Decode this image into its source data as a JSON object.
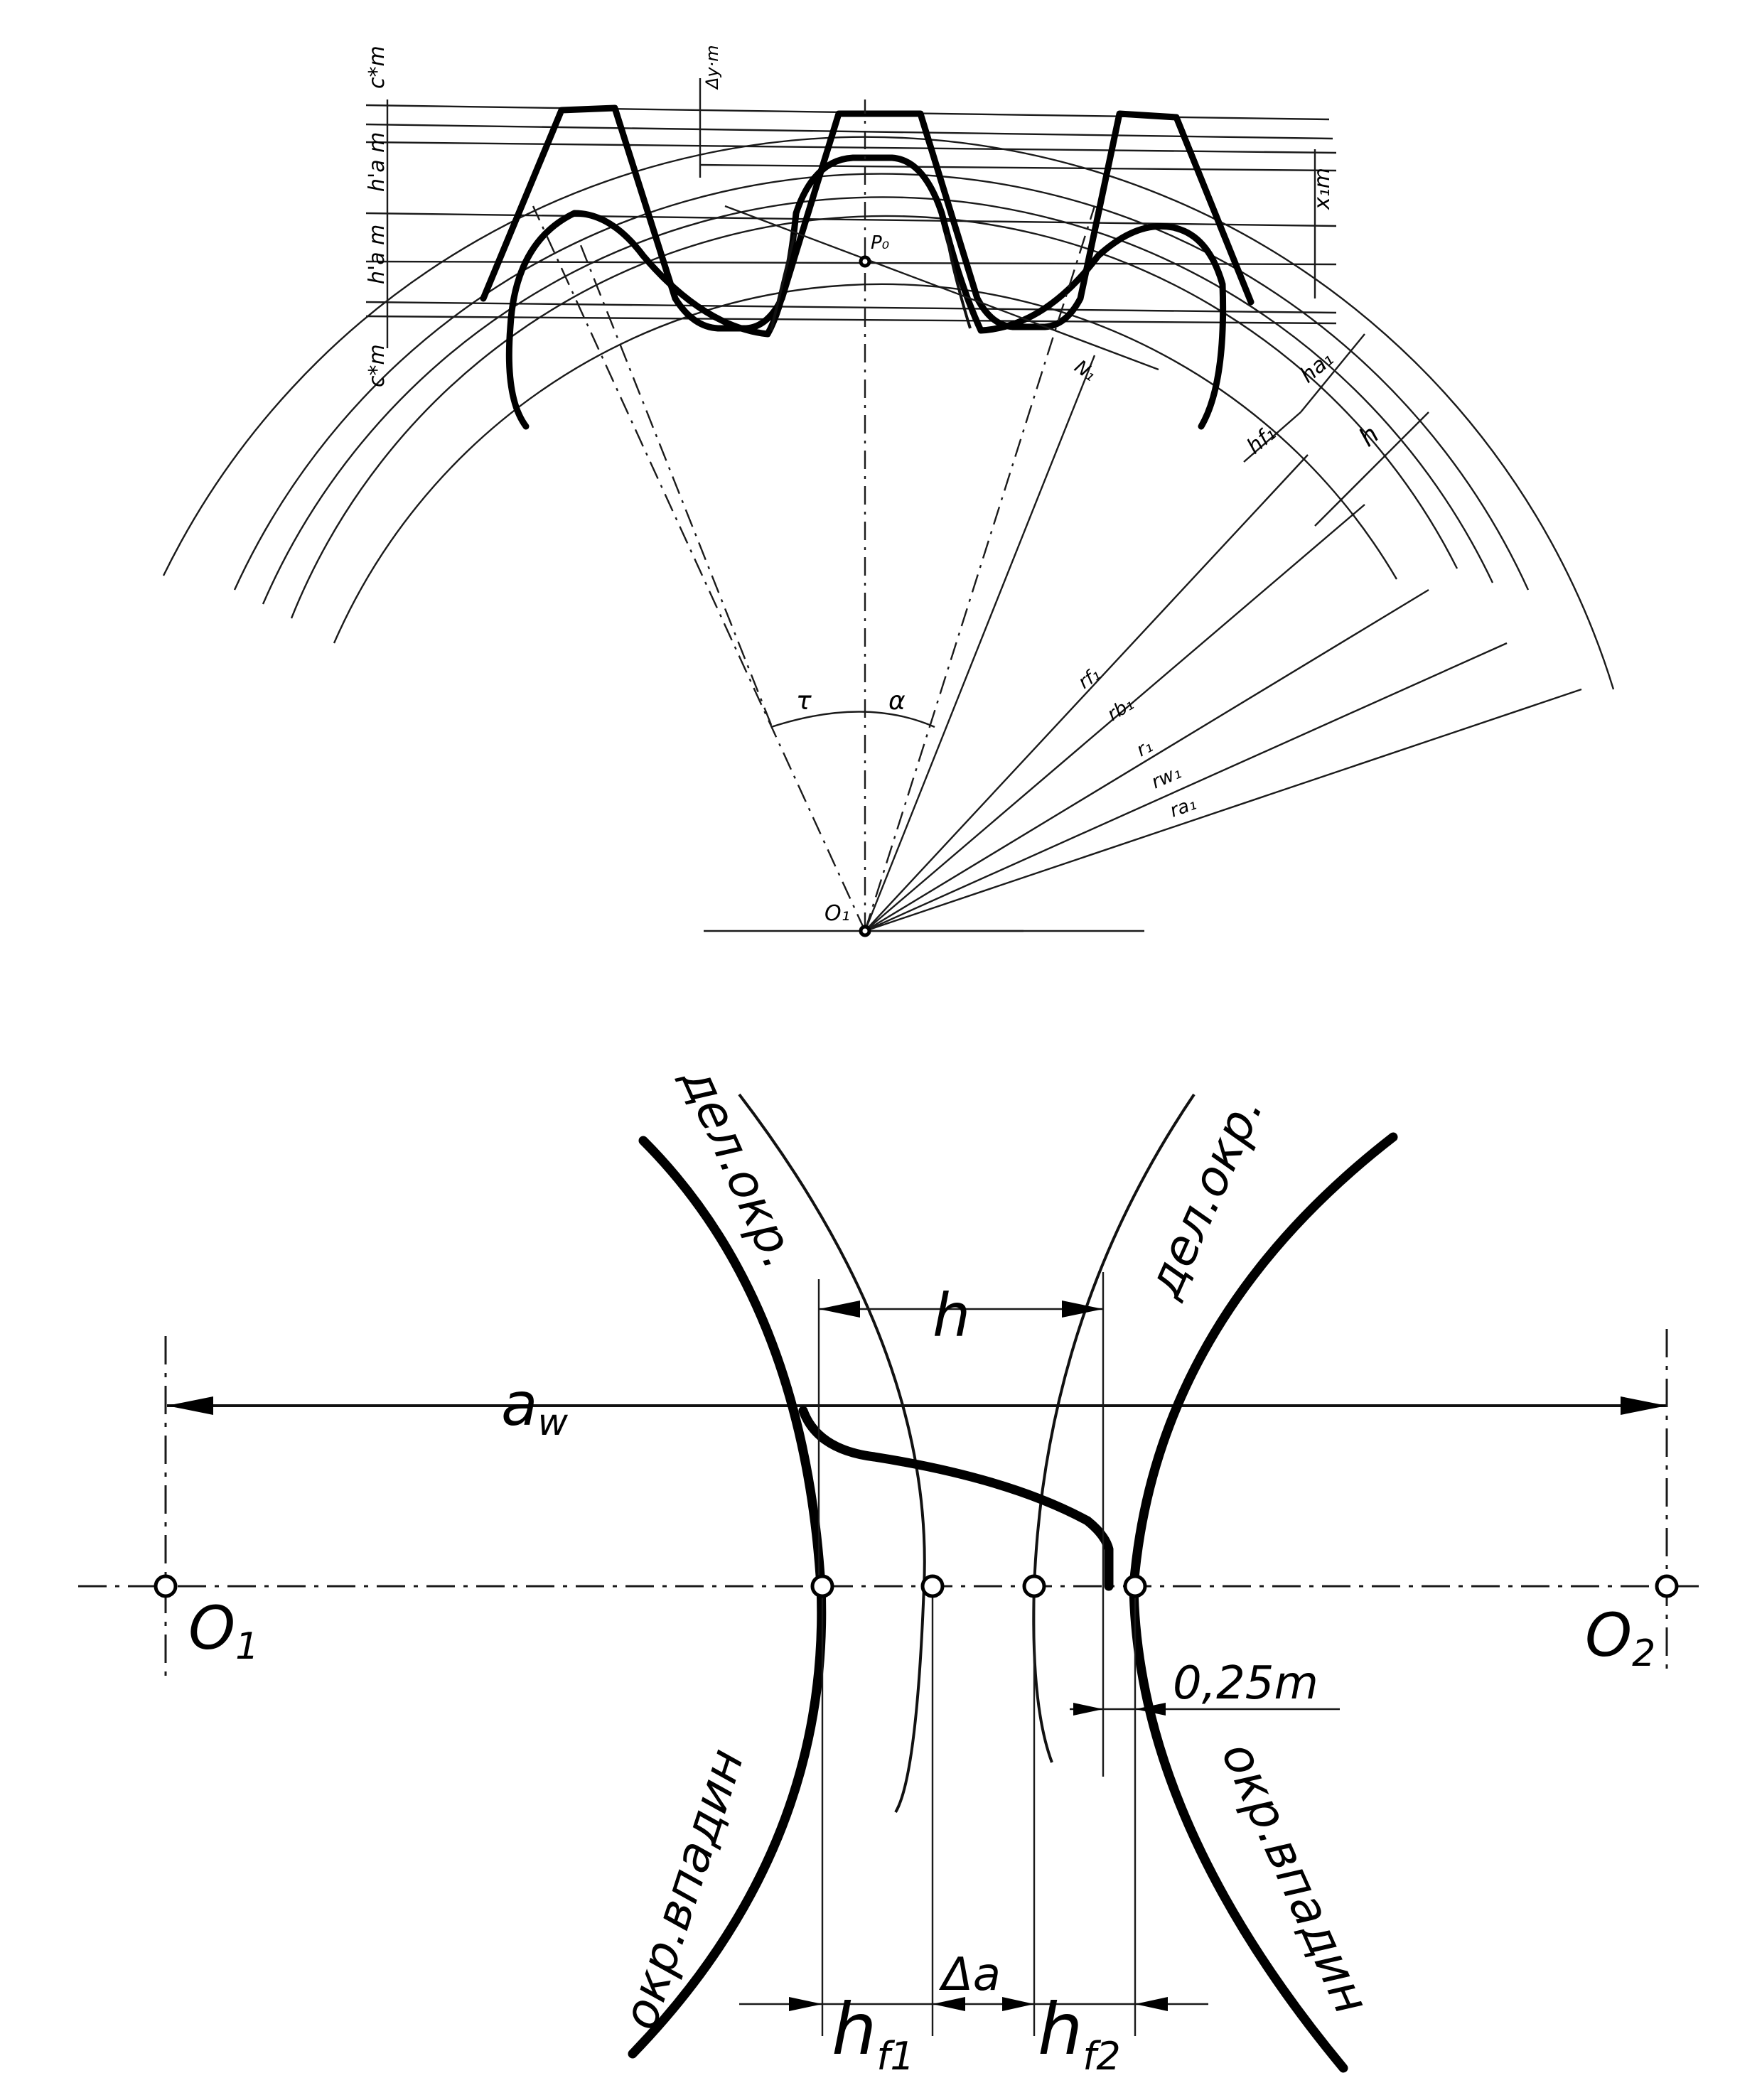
{
  "top_figure": {
    "left_dims": [
      "c*m",
      "h'a m",
      "h'a m",
      "c*m"
    ],
    "right_dims": [
      "Δy·m",
      "x₁m"
    ],
    "point_p": "P₀",
    "point_n": "N₁",
    "heights": [
      "hf₁",
      "ha₁",
      "h"
    ],
    "angles": [
      "τ",
      "α"
    ],
    "radii": [
      "rf₁",
      "rb₁",
      "r₁",
      "rw₁",
      "ra₁"
    ],
    "center": "O₁"
  },
  "bottom_figure": {
    "pitch_left": "дел.окр.",
    "pitch_right": "дел.окр.",
    "root_left": "окр.впадин",
    "root_right": "окр.впадин",
    "h_label": "h",
    "aw_label": "a",
    "aw_sub": "w",
    "o1": "O",
    "o1_sub": "1",
    "o2": "O",
    "o2_sub": "2",
    "clearance": "0,25m",
    "hf1": "h",
    "hf1_sub": "f1",
    "delta_a": "Δa",
    "hf2": "h",
    "hf2_sub": "f2"
  }
}
